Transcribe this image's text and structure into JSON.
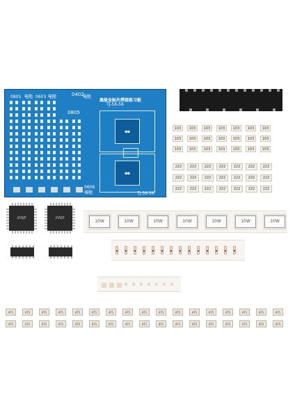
{
  "pcb": {
    "title": "高级全贴片焊接练习板",
    "code": "TJ-56-56",
    "code_bottom": "TJ-56-56",
    "labels": {
      "l0805a": "0805",
      "l0603": "0603",
      "l0402": "0402",
      "l0805b": "0805",
      "l0606": "0606",
      "cn1": "电阻",
      "cn2": "电阻",
      "cn3": "电阻",
      "cn4": "排阻"
    }
  },
  "resistor_marks": {
    "r103": "103",
    "r222": "222",
    "r10w": "10W",
    "r471": "471"
  },
  "colors": {
    "pcb": "#1f7fc4",
    "chip": "#2b2b2b",
    "tape": "#f7f5f2"
  },
  "icons": [
    "pcb-board",
    "qfp-chip-icon",
    "soic-chip-icon",
    "sot-strip-icon",
    "smd-resistor-icon",
    "diode-icon"
  ]
}
